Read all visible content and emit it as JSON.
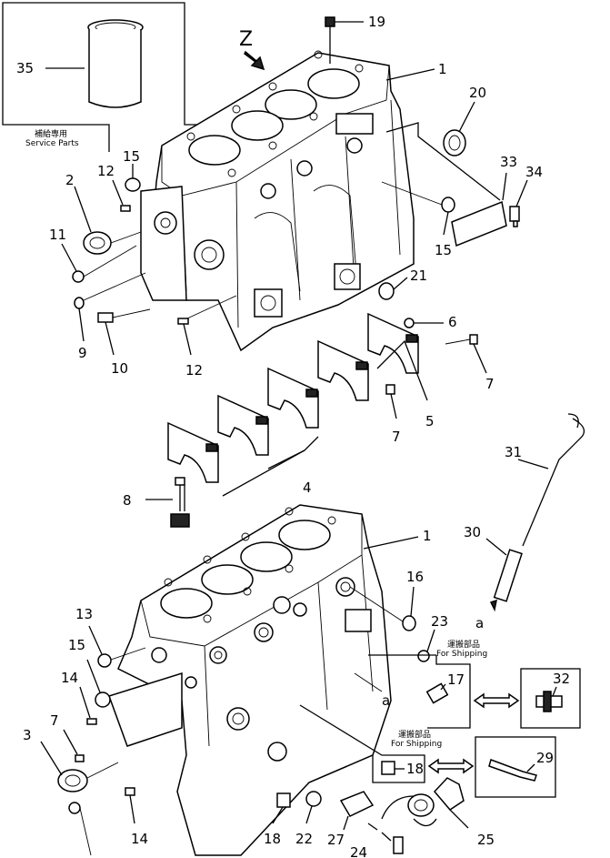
{
  "title_marker": "Z",
  "service_parts": {
    "jp": "補給専用",
    "en": "Service Parts"
  },
  "for_shipping_1": {
    "jp": "運搬部品",
    "en": "For Shipping"
  },
  "for_shipping_2": {
    "jp": "運搬部品",
    "en": "For Shipping"
  },
  "ref_a_top": "a",
  "ref_a_bottom": "a",
  "callouts": {
    "c35": "35",
    "c19": "19",
    "c1a": "1",
    "c20": "20",
    "c15a": "15",
    "c12a": "12",
    "c2": "2",
    "c11": "11",
    "c33": "33",
    "c34": "34",
    "c15b": "15",
    "c21": "21",
    "c9": "9",
    "c10": "10",
    "c12b": "12",
    "c6": "6",
    "c7a": "7",
    "c5": "5",
    "c7b": "7",
    "c4": "4",
    "c31": "31",
    "c8": "8",
    "c30": "30",
    "c1b": "1",
    "c16": "16",
    "c13": "13",
    "c23": "23",
    "c15c": "15",
    "c17": "17",
    "c32": "32",
    "c14a": "14",
    "c7c": "7",
    "c3": "3",
    "c18a": "18",
    "c29": "29",
    "c14b": "14",
    "c18b": "18",
    "c22": "22",
    "c27": "27",
    "c24": "24",
    "c25": "25"
  }
}
